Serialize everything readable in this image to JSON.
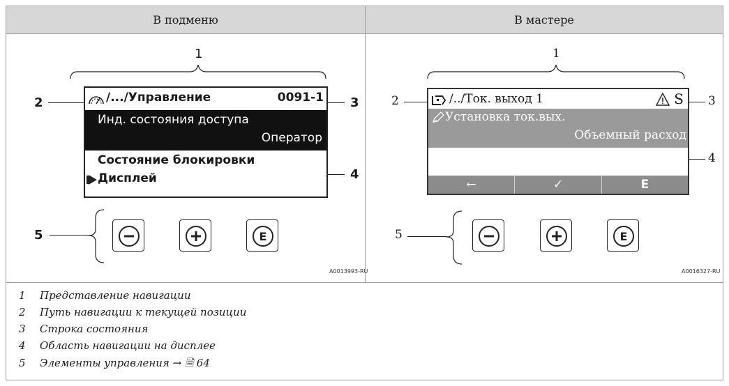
{
  "headers": {
    "left": "В подменю",
    "right": "В мастере"
  },
  "left": {
    "callouts": [
      "1",
      "2",
      "3",
      "4",
      "5"
    ],
    "display": {
      "path": "/.../Управление",
      "code": "0091-1",
      "row1": "Инд. состояния доступа",
      "row1_value": "Оператор",
      "row2": "Состояние блокировки",
      "row3": "Дисплей"
    },
    "ref": "A0013993-RU"
  },
  "right": {
    "callouts": [
      "1",
      "2",
      "3",
      "4",
      "5"
    ],
    "display": {
      "path": "/../Ток. выход 1",
      "status": "S",
      "row1": "Установка ток.вых.",
      "row1_value": "Объемный расход",
      "softkeys": [
        "←",
        "✓",
        "E"
      ]
    },
    "ref": "A0016327-RU"
  },
  "buttons": {
    "minus": "−",
    "plus": "+",
    "enter": "E"
  },
  "legend": [
    {
      "num": "1",
      "text": "Представление навигации"
    },
    {
      "num": "2",
      "text": "Путь навигации к текущей позиции"
    },
    {
      "num": "3",
      "text": "Строка состояния"
    },
    {
      "num": "4",
      "text": "Область навигации на дисплее"
    },
    {
      "num": "5",
      "text": "Элементы управления → 🗎 64"
    }
  ],
  "colors": {
    "header_bg": "#d7d7d7",
    "lcd_dark": "#111111",
    "lcd_grey_bg": "#9a9a9a",
    "softkey_bg": "#8c8c8c"
  }
}
